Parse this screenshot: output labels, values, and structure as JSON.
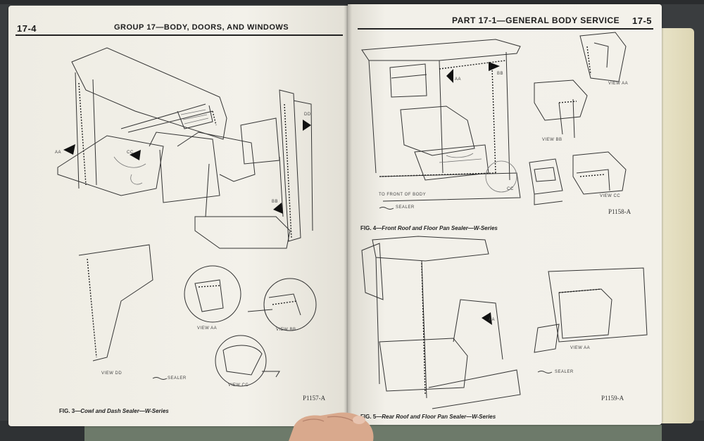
{
  "left_page": {
    "page_number": "17-4",
    "group_title": "GROUP 17—BODY, DOORS, AND WINDOWS",
    "view_labels": [
      "AA",
      "CC",
      "DD",
      "BB",
      "VIEW AA",
      "VIEW BB",
      "VIEW DD",
      "VIEW CC"
    ],
    "sealer_label": "SEALER",
    "figure_code": "P1157-A",
    "caption_prefix": "FIG. 3",
    "caption_text": "—Cowl and Dash Sealer—W-Series"
  },
  "right_page": {
    "part_title": "PART 17-1—GENERAL BODY SERVICE",
    "page_number": "17-5",
    "fig4": {
      "labels": [
        "AA",
        "BB",
        "CC",
        "VIEW AA",
        "VIEW BB",
        "VIEW CC"
      ],
      "front_label": "TO FRONT OF BODY",
      "sealer_label": "SEALER",
      "figure_code": "P1158-A",
      "caption_prefix": "FIG. 4",
      "caption_text": "—Front Roof and Floor Pan Sealer—W-Series"
    },
    "fig5": {
      "labels": [
        "AA",
        "VIEW AA"
      ],
      "sealer_label": "SEALER",
      "figure_code": "P1159-A",
      "caption_prefix": "FIG. 5",
      "caption_text": "—Rear Roof and Floor Pan Sealer—W-Series"
    }
  },
  "colors": {
    "paper": "#f1efe7",
    "ink": "#222222",
    "background": "#3a3d3f"
  }
}
